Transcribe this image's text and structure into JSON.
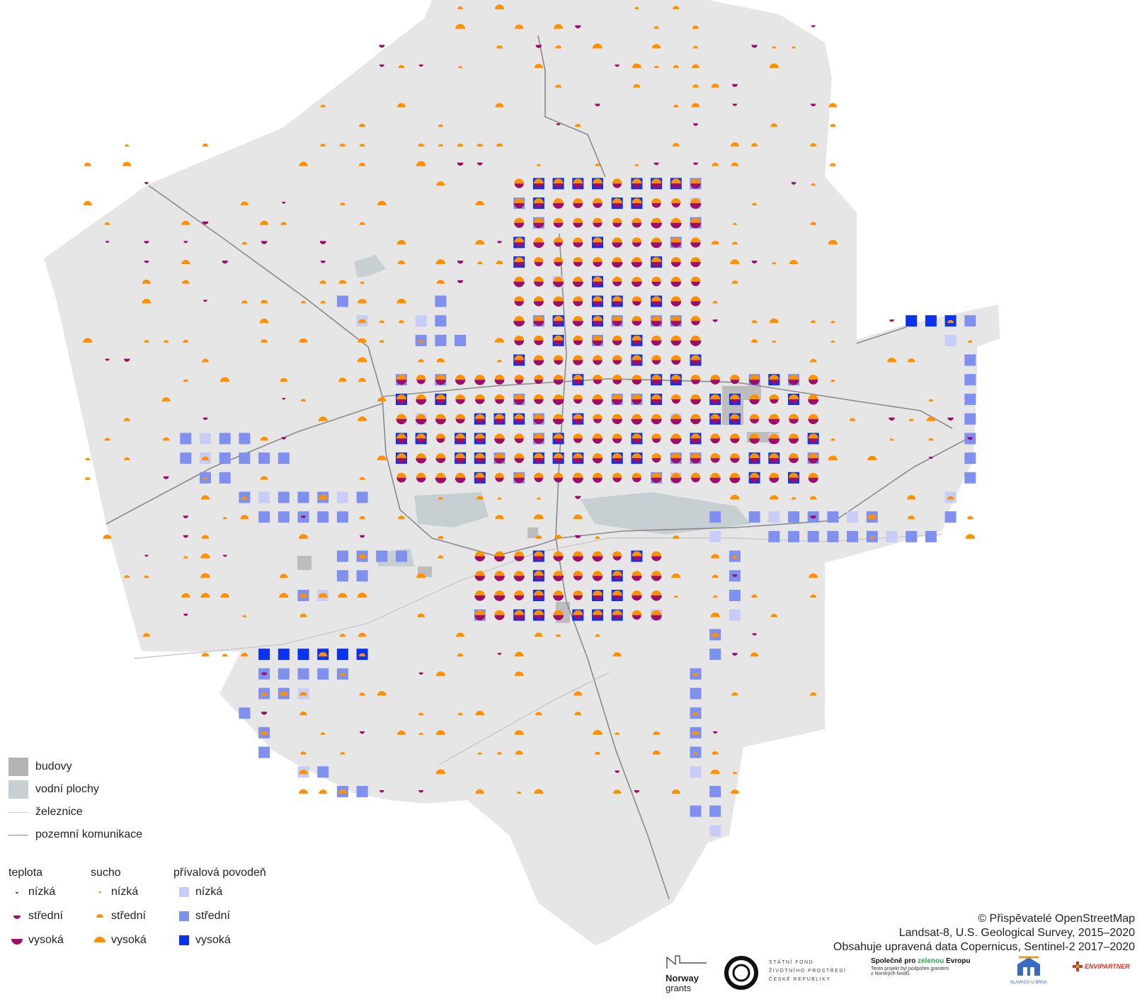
{
  "legend": {
    "base": [
      {
        "label": "budovy",
        "kind": "fill",
        "color": "#b3b3b3"
      },
      {
        "label": "vodní plochy",
        "kind": "fill",
        "color": "#c8cfd2"
      },
      {
        "label": "železnice",
        "kind": "line",
        "color": "#d0d0d0"
      },
      {
        "label": "pozemní komunikace",
        "kind": "line",
        "color": "#8a8a8a"
      }
    ],
    "groups": [
      {
        "title": "teplota",
        "levels": [
          "nízká",
          "střední",
          "vysoká"
        ],
        "color": "#9a0e6c"
      },
      {
        "title": "sucho",
        "levels": [
          "nízká",
          "střední",
          "vysoká"
        ],
        "color": "#ff9100"
      },
      {
        "title": "přívalová povodeň",
        "levels": [
          "nízká",
          "střední",
          "vysoká"
        ],
        "colors": [
          "#c7cdf5",
          "#7f90ef",
          "#0a32f0"
        ]
      }
    ]
  },
  "credits": {
    "line1": "© Přispěvatelé OpenStreetMap",
    "line2": "Landsat-8, U.S. Geological Survey, 2015–2020",
    "line3": "Obsahuje upravená data Copernicus, Sentinel-2 2017–2020"
  },
  "logos": {
    "norway_line1": "Norway",
    "norway_line2": "grants",
    "sfzp_line1": "STÁTNÍ FOND",
    "sfzp_line2": "ŽIVOTNÍHO PROSTŘEDÍ",
    "sfzp_line3": "ČESKÉ REPUBLIKY",
    "eea_pre": "Společně pro ",
    "eea_green": "zelenou",
    "eea_post": " Evropu",
    "eea_sub1": "Tento projekt byl podpořen grantem",
    "eea_sub2": "z Norských fondů.",
    "slavkov": "SLAVKOV U BRNA",
    "envi": "ENVIPARTNER"
  },
  "colors": {
    "territory": "#e6e6e6",
    "water": "#c8cfd2",
    "buildings": "#b3b3b3",
    "road": "#8a8a8a",
    "rail": "#d0d0d0",
    "temperature": "#9a0e6c",
    "drought": "#ff9100",
    "flood_low": "#c7cdf5",
    "flood_mid": "#7f90ef",
    "flood_high": "#0a32f0"
  }
}
